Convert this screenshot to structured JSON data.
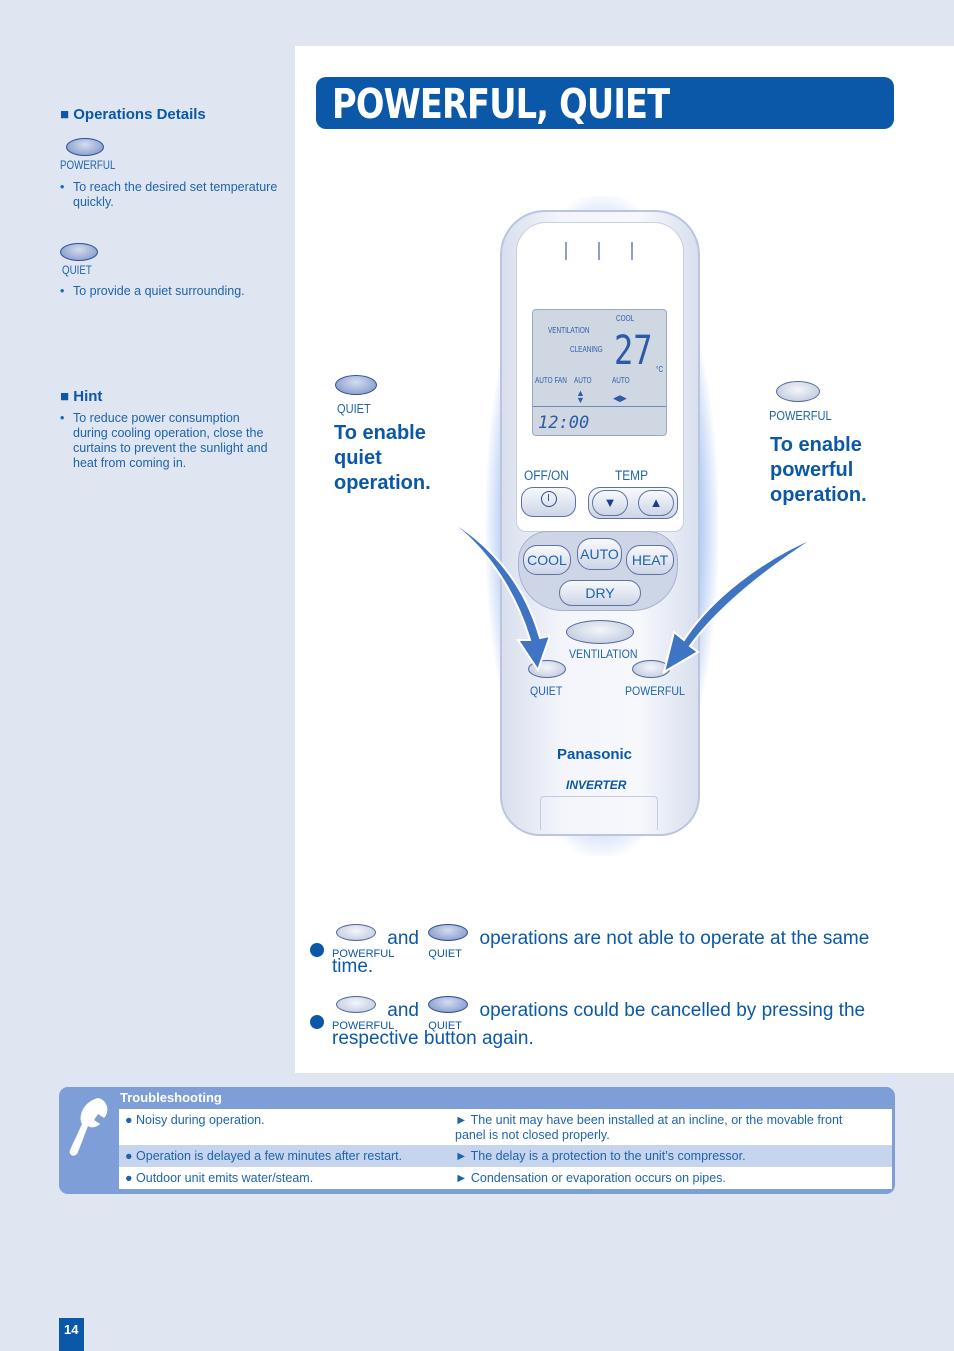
{
  "title": "POWERFUL, QUIET",
  "sidebar": {
    "ops_heading": "Operations Details",
    "powerful_label": "POWERFUL",
    "powerful_desc": "To reach the desired set temperature quickly.",
    "quiet_label": "QUIET",
    "quiet_desc": "To provide a quiet surrounding.",
    "hint_heading": "Hint",
    "hint_text": "To reduce power consumption during cooling operation, close the curtains to prevent the sunlight and heat from coming in."
  },
  "callouts": {
    "quiet_label": "QUIET",
    "quiet_text": "To enable quiet operation.",
    "powerful_label": "POWERFUL",
    "powerful_text": "To enable powerful operation."
  },
  "remote": {
    "lcd": {
      "cool": "COOL",
      "ventilation": "VENTILATION",
      "cleaning": "CLEANING",
      "temp": "27",
      "unit": "°C",
      "auto_fan": "AUTO FAN",
      "auto1": "AUTO",
      "auto2": "AUTO",
      "clock": "12:00"
    },
    "off_on": "OFF/ON",
    "temp": "TEMP",
    "cool": "COOL",
    "auto": "AUTO",
    "heat": "HEAT",
    "dry": "DRY",
    "ventilation": "VENTILATION",
    "quiet": "QUIET",
    "powerful": "POWERFUL",
    "brand": "Panasonic",
    "inverter": "INVERTER"
  },
  "notes": {
    "powerful": "POWERFUL",
    "quiet": "QUIET",
    "and": "and",
    "note1_tail": "operations are not able to operate at the same time.",
    "note2_tail": "operations could be cancelled by pressing the respective button again."
  },
  "troubleshooting": {
    "title": "Troubleshooting",
    "rows": [
      {
        "issue": "Noisy during operation.",
        "cause": "The unit may have been installed at an incline, or the movable front panel is not closed properly."
      },
      {
        "issue": "Operation is delayed a few minutes after restart.",
        "cause": "The delay is a protection to the unit’s compressor."
      },
      {
        "issue": "Outdoor unit emits water/steam.",
        "cause": "Condensation or evaporation occurs on pipes."
      }
    ]
  },
  "page_number": "14",
  "colors": {
    "brand_blue": "#0b57a8",
    "page_bg": "#dfe5f1",
    "trouble_bg": "#7d9ed6"
  }
}
